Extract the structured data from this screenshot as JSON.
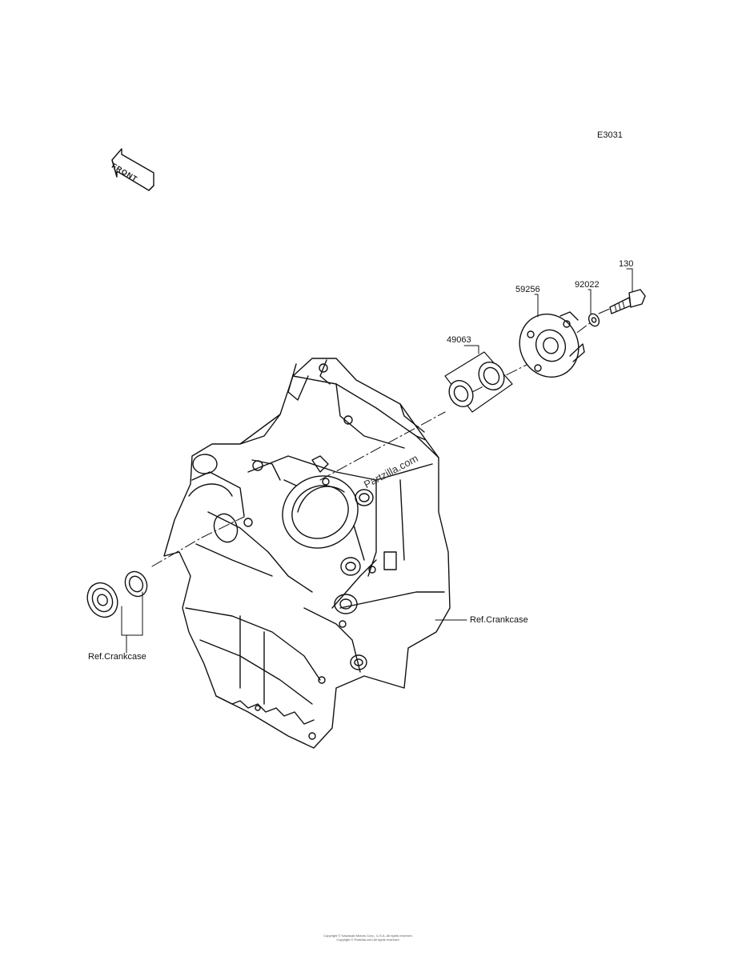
{
  "figure_code": "E3031",
  "front_label": "FRONT",
  "watermark": "Partzilla.com",
  "parts": {
    "p130": "130",
    "p92022": "92022",
    "p59256": "59256",
    "p49063": "49063"
  },
  "refs": {
    "left": "Ref.Crankcase",
    "right": "Ref.Crankcase"
  },
  "copyright": [
    "Copyright © Kawasaki Motors Corp., U.S.A. All rights reserved.",
    "Copyright © Partzilla.com All rights reserved."
  ]
}
